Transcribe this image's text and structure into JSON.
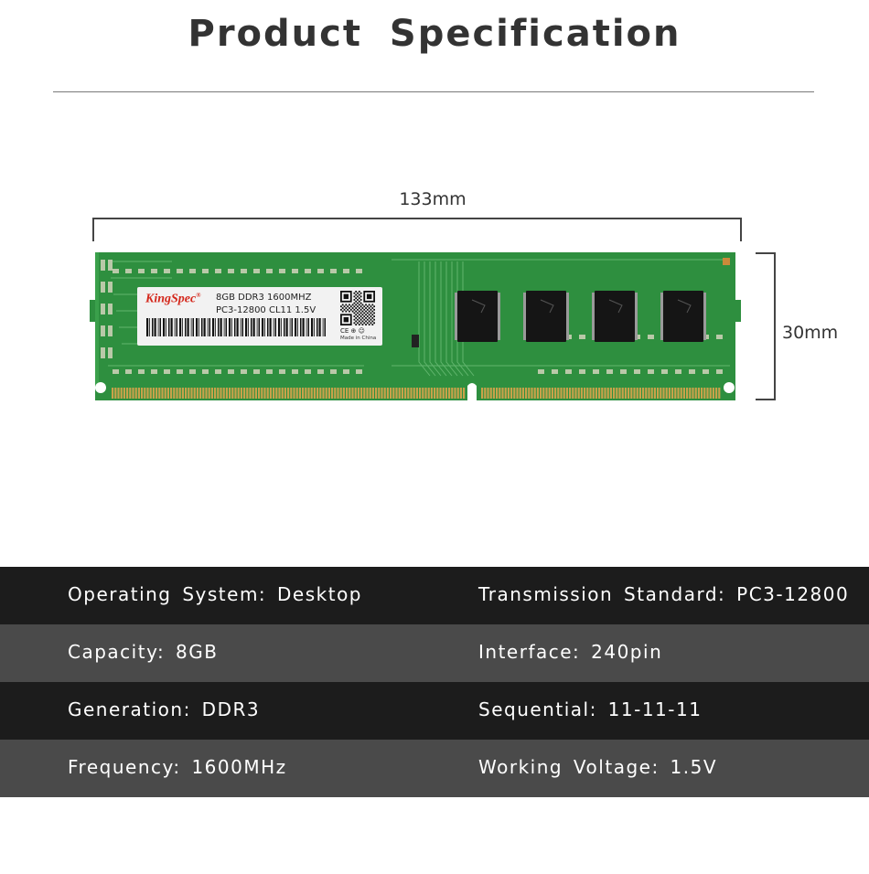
{
  "title": "Product Specification",
  "dimensions": {
    "width": "133mm",
    "height": "30mm"
  },
  "module_label": {
    "brand": "KingSpec",
    "brand_mark": "®",
    "line1": "8GB DDR3 1600MHZ",
    "line2": "PC3-12800 CL11 1.5V",
    "marks": "CE ⊕ ☺",
    "made_in": "Made in China"
  },
  "specs": [
    {
      "left": "Operating System: Desktop",
      "right": "Transmission Standard: PC3-12800"
    },
    {
      "left": "Capacity: 8GB",
      "right": "Interface: 240pin"
    },
    {
      "left": "Generation: DDR3",
      "right": "Sequential: 11-11-11"
    },
    {
      "left": "Frequency: 1600MHz",
      "right": "Working Voltage: 1.5V"
    }
  ],
  "colors": {
    "pcb": "#2e8f3f",
    "pcb_dark": "#1f6b2e",
    "gold": "#c9a24a",
    "chip": "#151515",
    "row_dark": "#1c1c1c",
    "row_light": "#4a4a4a"
  }
}
